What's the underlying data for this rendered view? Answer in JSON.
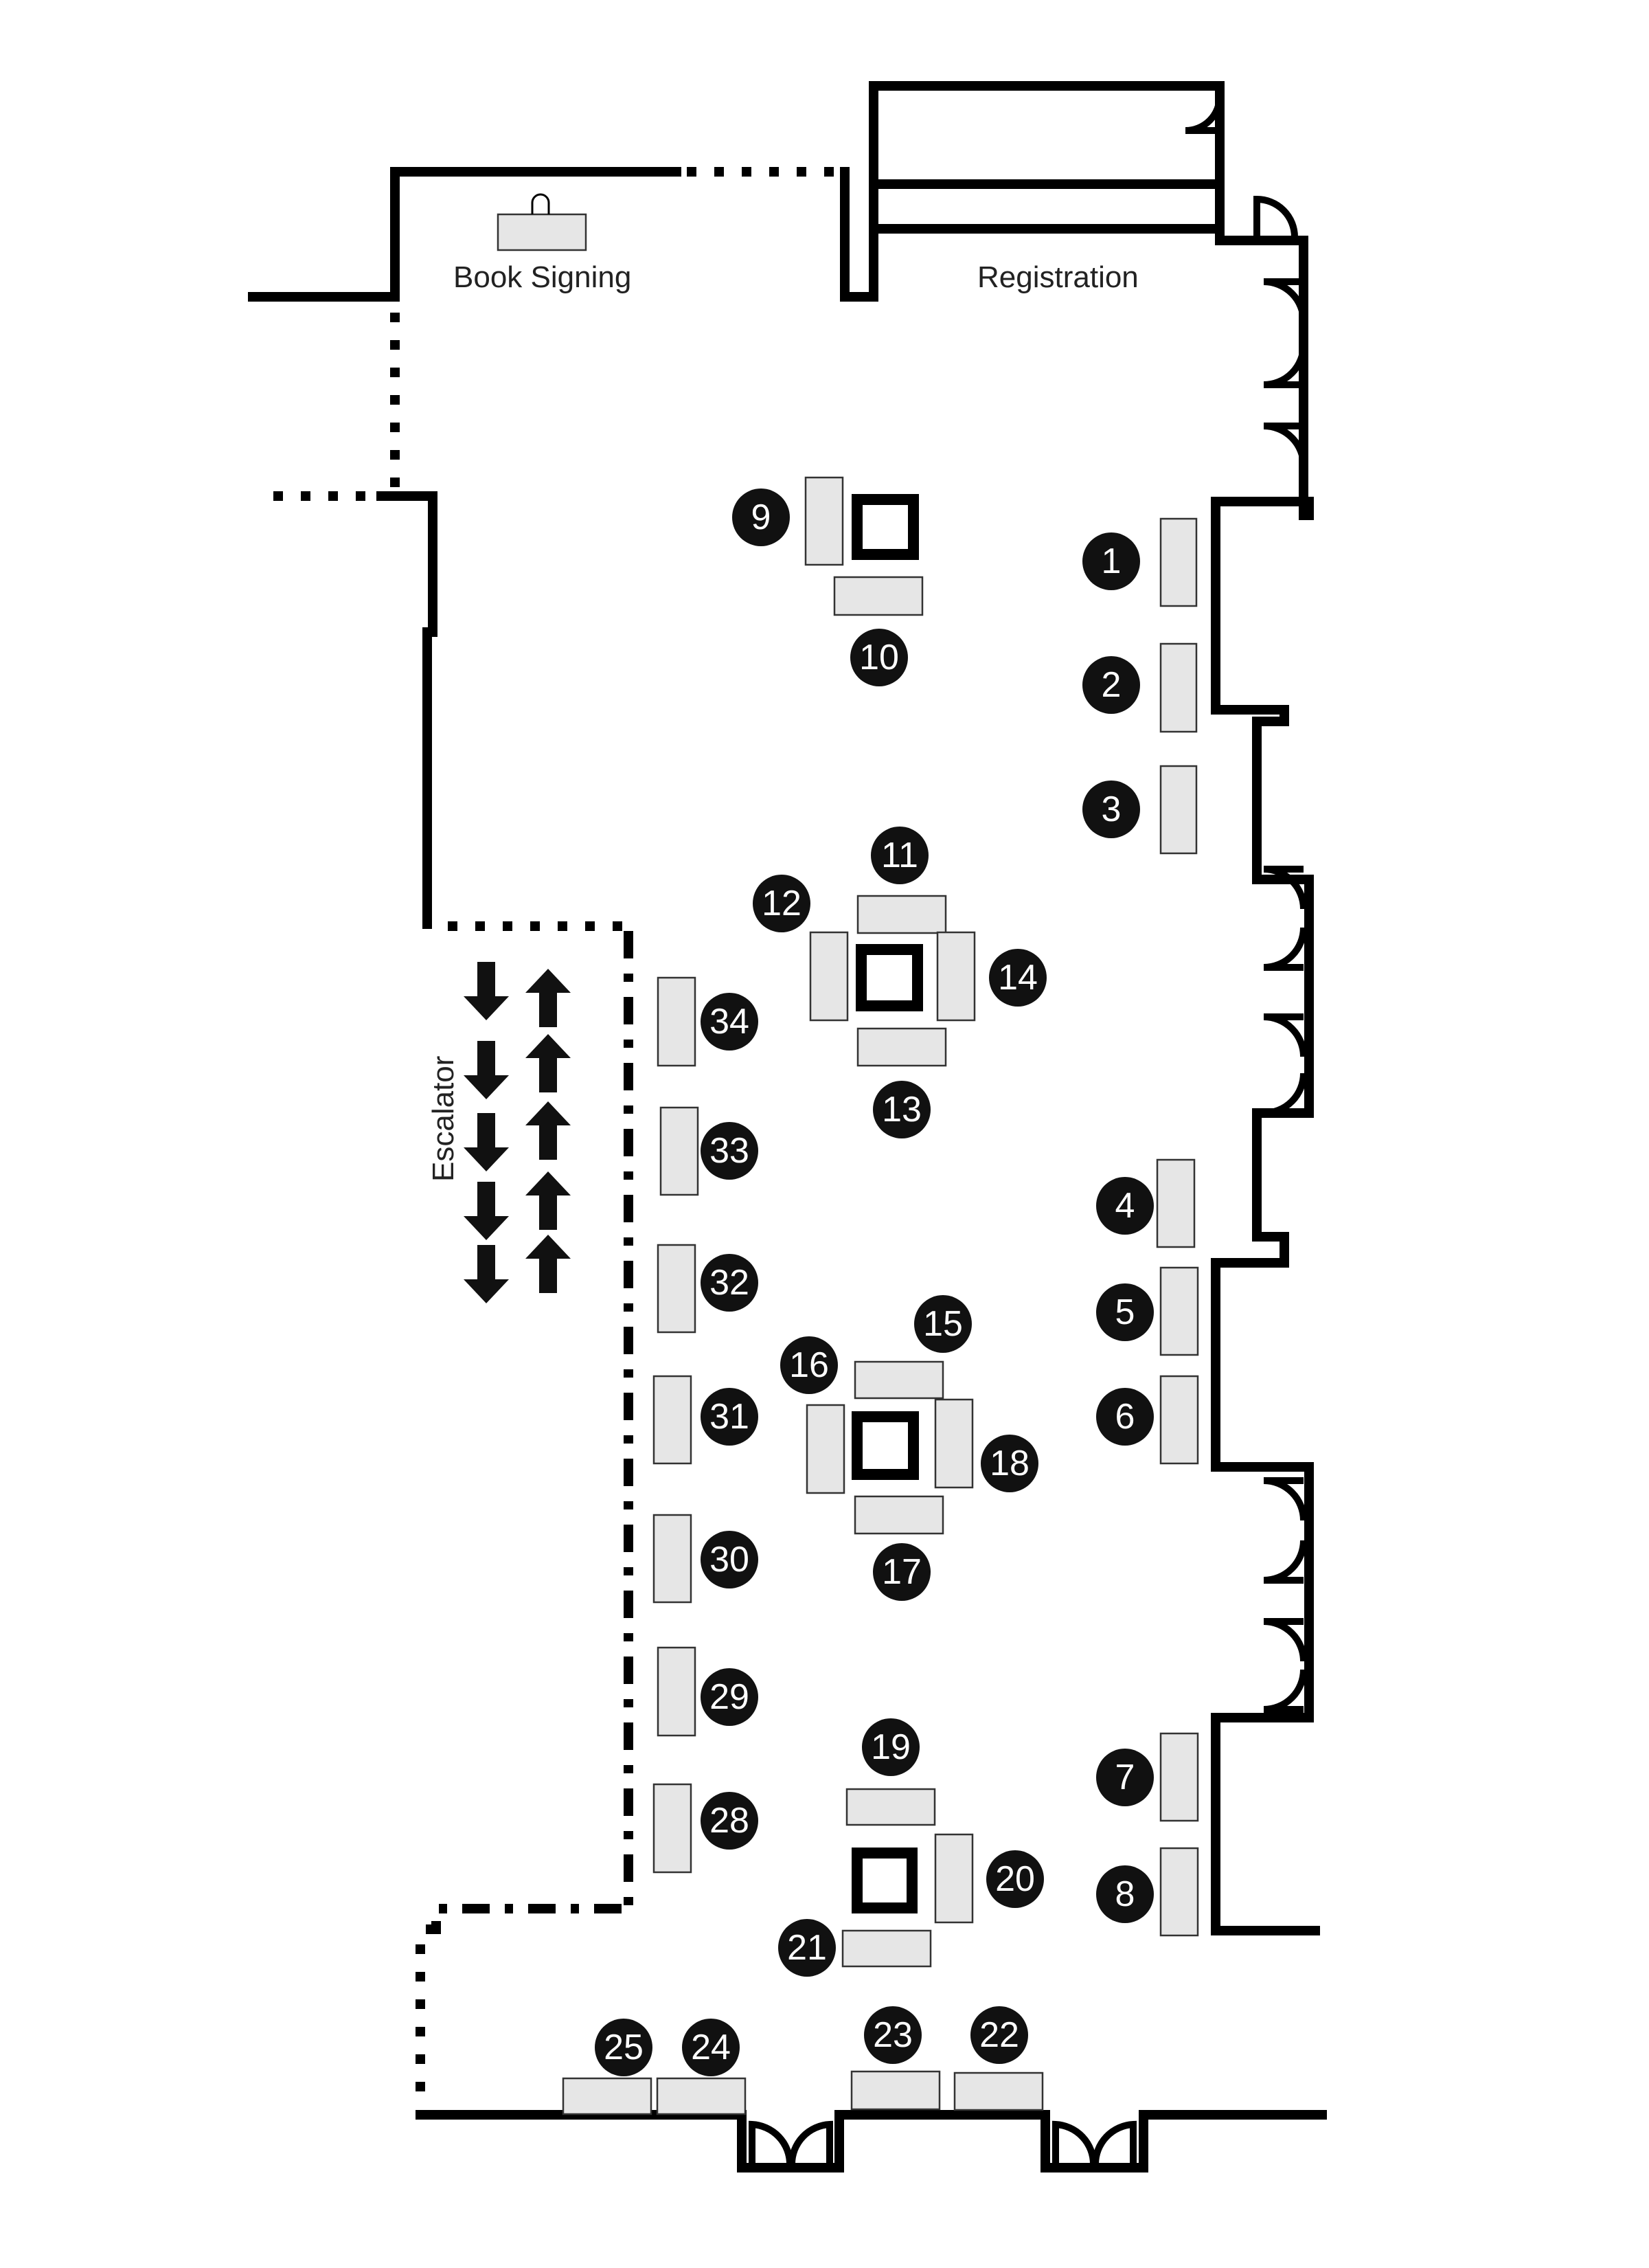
{
  "labels": {
    "book_signing": "Book Signing",
    "registration": "Registration",
    "escalator": "Escalator"
  },
  "booths": [
    {
      "id": "booth-1",
      "number": "1"
    },
    {
      "id": "booth-2",
      "number": "2"
    },
    {
      "id": "booth-3",
      "number": "3"
    },
    {
      "id": "booth-4",
      "number": "4"
    },
    {
      "id": "booth-5",
      "number": "5"
    },
    {
      "id": "booth-6",
      "number": "6"
    },
    {
      "id": "booth-7",
      "number": "7"
    },
    {
      "id": "booth-8",
      "number": "8"
    },
    {
      "id": "booth-9",
      "number": "9"
    },
    {
      "id": "booth-10",
      "number": "10"
    },
    {
      "id": "booth-11",
      "number": "11"
    },
    {
      "id": "booth-12",
      "number": "12"
    },
    {
      "id": "booth-13",
      "number": "13"
    },
    {
      "id": "booth-14",
      "number": "14"
    },
    {
      "id": "booth-15",
      "number": "15"
    },
    {
      "id": "booth-16",
      "number": "16"
    },
    {
      "id": "booth-17",
      "number": "17"
    },
    {
      "id": "booth-18",
      "number": "18"
    },
    {
      "id": "booth-19",
      "number": "19"
    },
    {
      "id": "booth-20",
      "number": "20"
    },
    {
      "id": "booth-21",
      "number": "21"
    },
    {
      "id": "booth-22",
      "number": "22"
    },
    {
      "id": "booth-23",
      "number": "23"
    },
    {
      "id": "booth-24",
      "number": "24"
    },
    {
      "id": "booth-25",
      "number": "25"
    },
    {
      "id": "booth-28",
      "number": "28"
    },
    {
      "id": "booth-29",
      "number": "29"
    },
    {
      "id": "booth-30",
      "number": "30"
    },
    {
      "id": "booth-31",
      "number": "31"
    },
    {
      "id": "booth-32",
      "number": "32"
    },
    {
      "id": "booth-33",
      "number": "33"
    },
    {
      "id": "booth-34",
      "number": "34"
    }
  ]
}
